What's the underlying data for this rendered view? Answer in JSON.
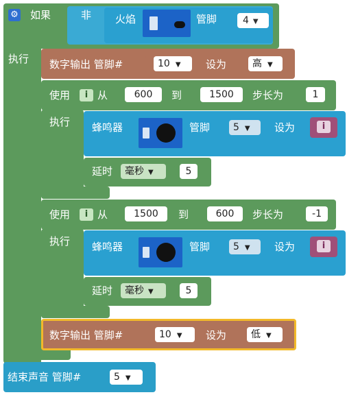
{
  "if_block": {
    "label_if": "如果",
    "label_not": "非",
    "label_do": "执行",
    "color": "#5c9a5c",
    "flame": {
      "label": "火焰",
      "pin_label": "管脚",
      "pin_value": "4"
    }
  },
  "digital_out_1": {
    "label": "数字输出 管脚#",
    "pin_value": "10",
    "set_label": "设为",
    "level_value": "高",
    "color": "#b0735a"
  },
  "loop_1": {
    "use_label": "使用",
    "var": "i",
    "from_label": "从",
    "from_value": "600",
    "to_label": "到",
    "to_value": "1500",
    "step_label": "步长为",
    "step_value": "1",
    "do_label": "执行",
    "buzzer": {
      "label": "蜂鸣器",
      "pin_label": "管脚",
      "pin_value": "5",
      "set_label": "设为",
      "var": "i"
    },
    "delay": {
      "label": "延时",
      "unit": "毫秒",
      "value": "5"
    }
  },
  "loop_2": {
    "use_label": "使用",
    "var": "i",
    "from_label": "从",
    "from_value": "1500",
    "to_label": "到",
    "to_value": "600",
    "step_label": "步长为",
    "step_value": "-1",
    "do_label": "执行",
    "buzzer": {
      "label": "蜂鸣器",
      "pin_label": "管脚",
      "pin_value": "5",
      "set_label": "设为",
      "var": "i"
    },
    "delay": {
      "label": "延时",
      "unit": "毫秒",
      "value": "5"
    }
  },
  "digital_out_2": {
    "label": "数字输出 管脚#",
    "pin_value": "10",
    "set_label": "设为",
    "level_value": "低",
    "color": "#b0735a",
    "highlight": "#f2b92a"
  },
  "end_tone": {
    "label": "结束声音 管脚#",
    "pin_value": "5",
    "color": "#2a9ec8"
  },
  "colors": {
    "loop": "#5c9a5c",
    "sensor_block": "#2aa0d0",
    "buzzer_block": "#2aa0d0",
    "delay_block": "#5c9a5c",
    "var_block": "#a04f78",
    "cyan_block": "#3aaad4"
  }
}
